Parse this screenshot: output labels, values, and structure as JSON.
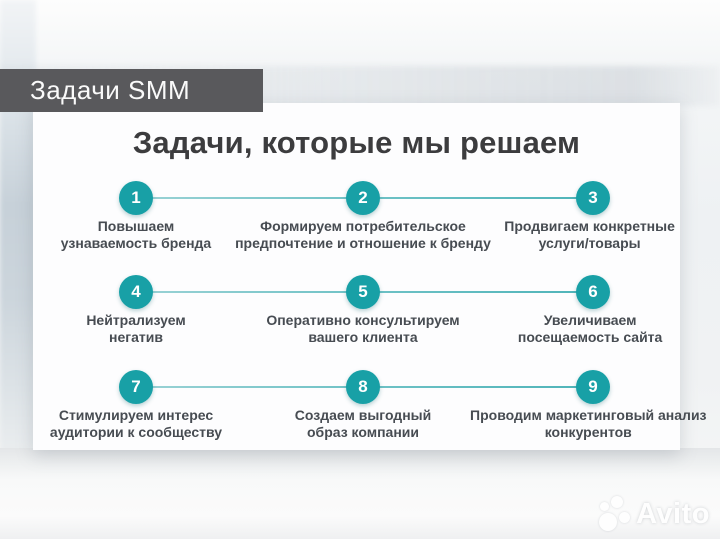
{
  "header": {
    "tag_label": "Задачи SMM"
  },
  "card": {
    "title": "Задачи, которые мы решаем"
  },
  "steps": [
    {
      "num": "1",
      "line1": "Повышаем",
      "line2": "узнаваемость бренда"
    },
    {
      "num": "2",
      "line1": "Формируем потребительское",
      "line2": "предпочтение и отношение к бренду"
    },
    {
      "num": "3",
      "line1": "Продвигаем конкретные",
      "line2": "услуги/товары"
    },
    {
      "num": "4",
      "line1": "Нейтрализуем",
      "line2": "негатив"
    },
    {
      "num": "5",
      "line1": "Оперативно консультируем",
      "line2": "вашего клиента"
    },
    {
      "num": "6",
      "line1": "Увеличиваем",
      "line2": "посещаемость сайта"
    },
    {
      "num": "7",
      "line1": "Стимулируем интерес",
      "line2": "аудитории к сообществу"
    },
    {
      "num": "8",
      "line1": "Создаем выгодный",
      "line2": "образ компании"
    },
    {
      "num": "9",
      "line1": "Проводим маркетинговый анализ",
      "line2": "конкурентов"
    }
  ],
  "watermark": {
    "brand": "Avito"
  },
  "colors": {
    "accent_teal": "#18a0a6",
    "connector_teal_light": "#9ad2d5",
    "tag_gray": "#59595c",
    "title_text": "#3c3c3e",
    "label_text": "#474c52",
    "card_white": "#fdfdfe"
  }
}
